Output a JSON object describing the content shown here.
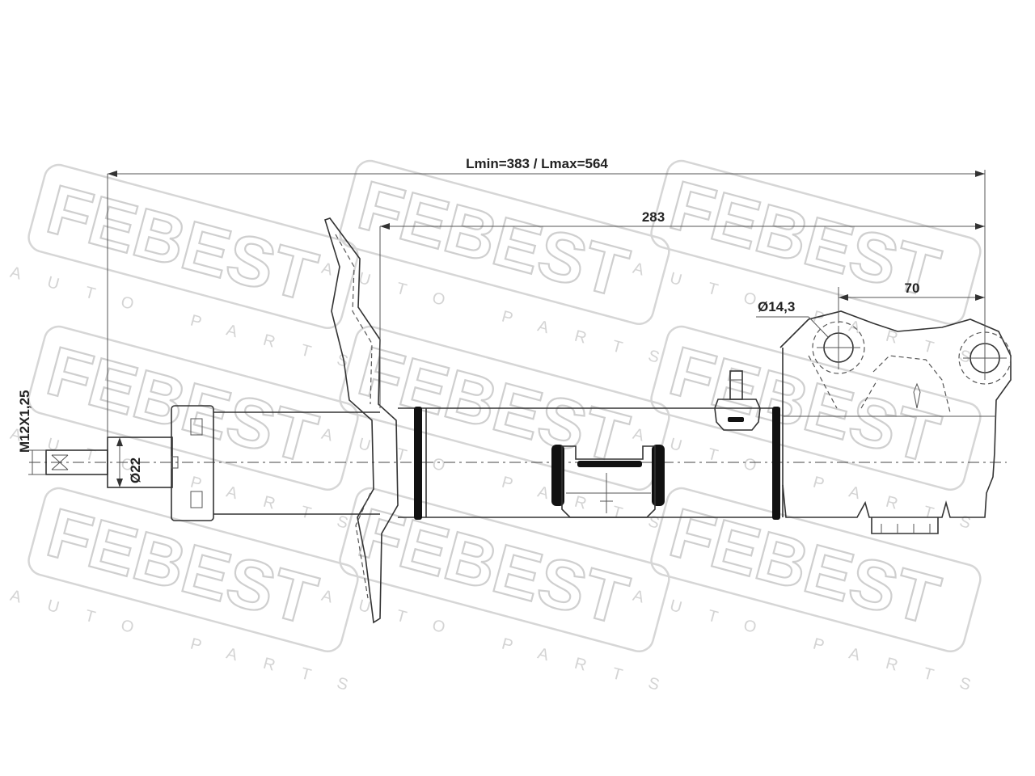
{
  "watermark": {
    "brand": "FEBEST",
    "tagline": "AUTO PARTS"
  },
  "dimensions": {
    "overall_length": "Lmin=383 / Lmax=564",
    "body_length": "283",
    "bracket_hole_spacing": "70",
    "bracket_hole_diameter": "Ø14,3",
    "rod_diameter": "Ø22",
    "thread": "M12X1,25"
  },
  "colors": {
    "line": "#333333",
    "watermark": "#cfcfcf",
    "background": "#ffffff"
  }
}
